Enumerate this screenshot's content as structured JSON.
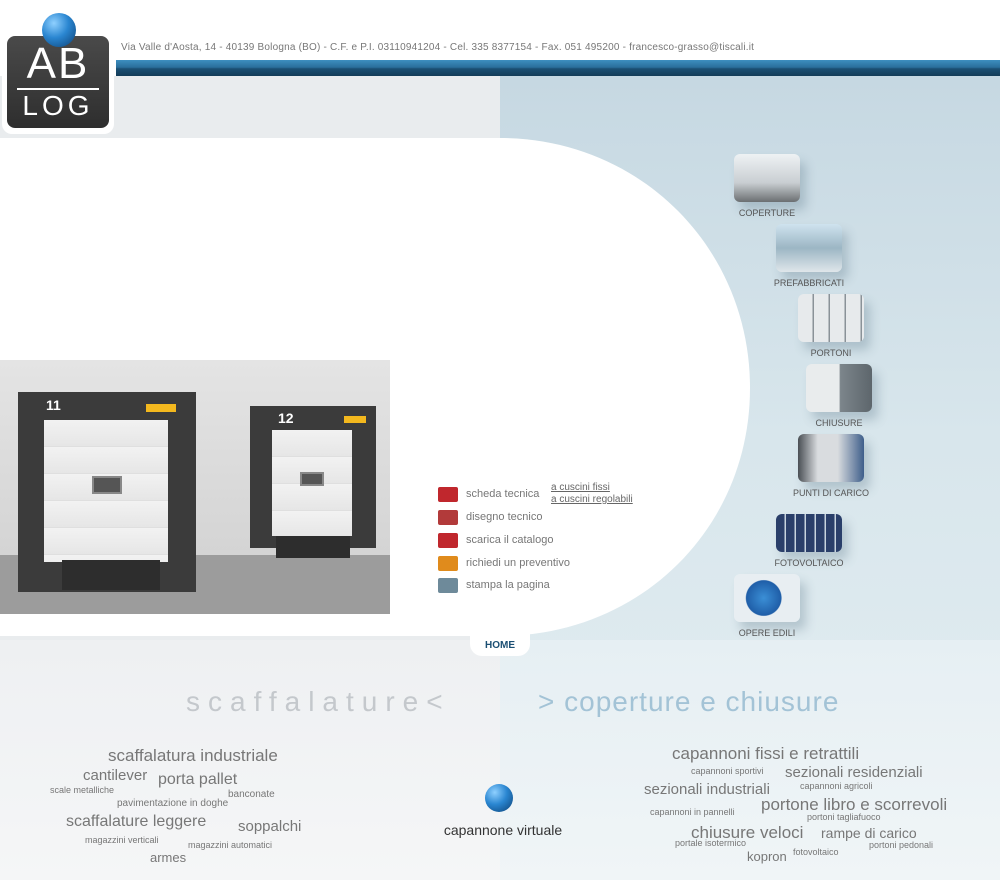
{
  "header": {
    "contact": "Via Valle d'Aosta, 14 - 40139 Bologna (BO) - C.F. e P.I. 03110941204 - Cel. 335 8377154 - Fax. 051 495200 - francesco-grasso@tiscali.it"
  },
  "logo": {
    "top": "AB",
    "bottom": "LOG"
  },
  "photo": {
    "door_left_number": "11",
    "door_right_number": "12"
  },
  "actions": [
    {
      "label": "scheda tecnica",
      "icon": "document-icon",
      "color": "#c0272d"
    },
    {
      "label": "disegno tecnico",
      "icon": "drawing-icon",
      "color": "#b23a3a"
    },
    {
      "label": "scarica il catalogo",
      "icon": "download-icon",
      "color": "#c0272d"
    },
    {
      "label": "richiedi un preventivo",
      "icon": "checkmark-icon",
      "color": "#e08b1c"
    },
    {
      "label": "stampa la pagina",
      "icon": "print-icon",
      "color": "#6e8a9a"
    }
  ],
  "tech_sheet_links": [
    "a cuscini fissi",
    "a cuscini regolabili"
  ],
  "home": "HOME",
  "nav": [
    {
      "label": "COPERTURE"
    },
    {
      "label": "PREFABBRICATI"
    },
    {
      "label": "PORTONI"
    },
    {
      "label": "CHIUSURE"
    },
    {
      "label": "PUNTI DI CARICO"
    },
    {
      "label": "FOTOVOLTAICO"
    },
    {
      "label": "OPERE EDILI"
    }
  ],
  "sections": {
    "left_title": "scaffalature<",
    "right_title": "> coperture e chiusure"
  },
  "left_cloud": [
    "scaffalatura industriale",
    "cantilever",
    "porta pallet",
    "scale metalliche",
    "banconate",
    "pavimentazione in doghe",
    "scaffalature leggere",
    "soppalchi",
    "magazzini verticali",
    "magazzini automatici",
    "armes"
  ],
  "right_cloud": [
    "capannoni fissi e retrattili",
    "capannoni sportivi",
    "sezionali residenziali",
    "capannoni agricoli",
    "sezionali industriali",
    "portone libro e scorrevoli",
    "capannoni in pannelli",
    "portoni tagliafuoco",
    "chiusure veloci",
    "rampe di carico",
    "portale isotermico",
    "portoni pedonali",
    "kopron",
    "fotovoltaico"
  ],
  "virtual": {
    "label": "capannone virtuale"
  },
  "colors": {
    "accent_blue": "#1b4f73",
    "header_bar": "#2a6f9c"
  }
}
